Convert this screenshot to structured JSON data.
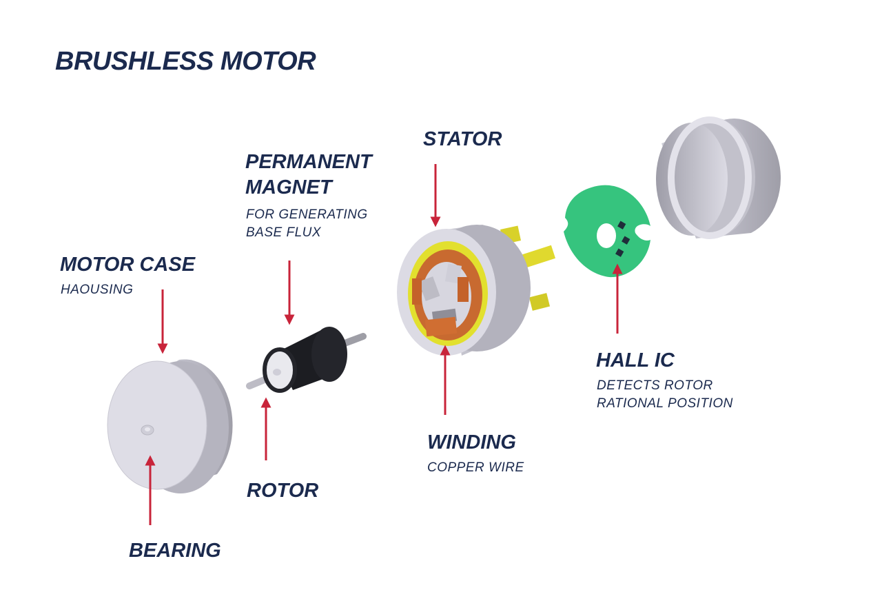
{
  "title": "BRUSHLESS MOTOR",
  "labels": {
    "stator": "STATOR",
    "magnet_line1": "PERMANENT",
    "magnet_line2": "MAGNET",
    "magnet_sub_line1": "FOR GENERATING",
    "magnet_sub_line2": "BASE FLUX",
    "motor_case": "MOTOR CASE",
    "motor_case_sub": "HAOUSING",
    "hall_ic": "HALL IC",
    "hall_sub_line1": "DETECTS ROTOR",
    "hall_sub_line2": "RATIONAL POSITION",
    "winding": "WINDING",
    "winding_sub": "COPPER WIRE",
    "rotor": "ROTOR",
    "bearing": "BEARING"
  },
  "colors": {
    "text": "#1b2a4e",
    "arrow": "#c8243a",
    "pcb": "#33c47e",
    "copper": "#c0622c",
    "yellow": "#e6e32c",
    "metal": "#d7d6e0"
  }
}
